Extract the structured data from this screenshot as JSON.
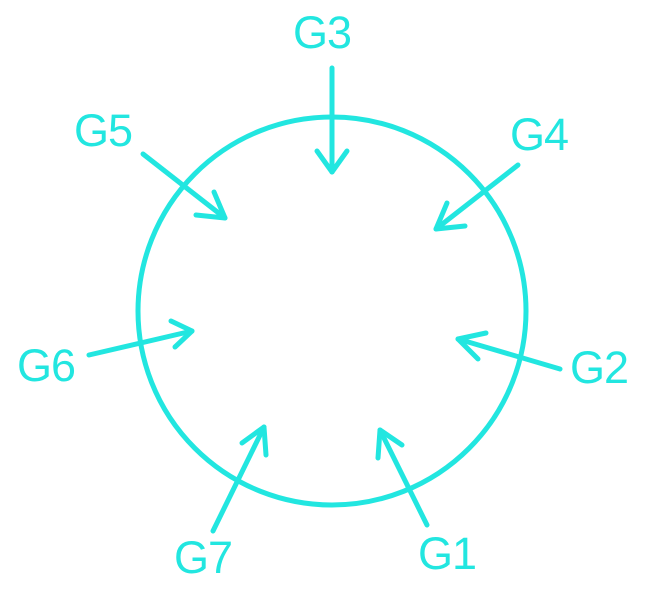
{
  "diagram": {
    "colors": {
      "stroke": "#22e6e0",
      "text": "#22e6e0",
      "background": "#ffffff"
    },
    "labels": {
      "g1": "G1",
      "g2": "G2",
      "g3": "G3",
      "g4": "G4",
      "g5": "G5",
      "g6": "G6",
      "g7": "G7"
    }
  }
}
